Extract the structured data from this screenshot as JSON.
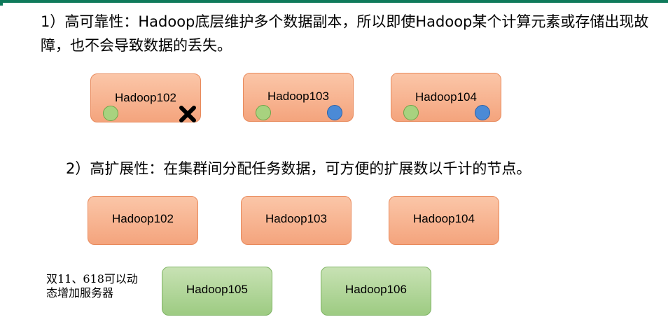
{
  "section1": {
    "text": "1）高可靠性：Hadoop底层维护多个数据副本，所以即使Hadoop某个计算元素或存储出现故障，也不会导致数据的丢失。",
    "nodes": [
      {
        "label": "Hadoop102",
        "replicas": [
          "green"
        ],
        "failed": true
      },
      {
        "label": "Hadoop103",
        "replicas": [
          "green",
          "blue"
        ],
        "failed": false
      },
      {
        "label": "Hadoop104",
        "replicas": [
          "green",
          "blue"
        ],
        "failed": false
      }
    ]
  },
  "section2": {
    "text": "2）高扩展性：在集群间分配任务数据，可方便的扩展数以千计的节点。",
    "nodes": [
      {
        "label": "Hadoop102"
      },
      {
        "label": "Hadoop103"
      },
      {
        "label": "Hadoop104"
      }
    ],
    "note": "双11、618可以动\n态增加服务器",
    "added_nodes": [
      {
        "label": "Hadoop105"
      },
      {
        "label": "Hadoop106"
      }
    ]
  },
  "colors": {
    "accent": "#0f7a5b",
    "node_fill": "#f6ad86",
    "node_border": "#e88a5c",
    "added_node_fill": "#acd491",
    "added_node_border": "#7fb364",
    "replica_green": "#a8d27f",
    "replica_blue": "#4b8ad6"
  }
}
